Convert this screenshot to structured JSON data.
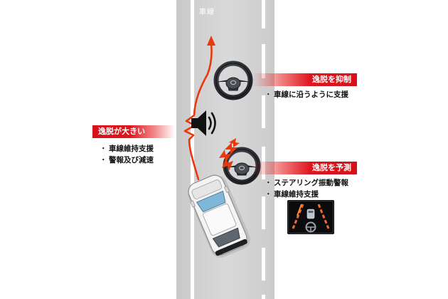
{
  "lane_label": "車線",
  "left_callout": {
    "title": "逸脱が大きい",
    "items": [
      "車線維持支援",
      "警報及び減速"
    ]
  },
  "suppress_callout": {
    "title": "逸脱を抑制",
    "items": [
      "車線に沿うように支援"
    ]
  },
  "predict_callout": {
    "title": "逸脱を予測",
    "items": [
      "ステアリング振動警報",
      "車線維持支援"
    ]
  },
  "colors": {
    "road": "#d4d4d4",
    "lane_line": "#ffffff",
    "trajectory": "#e8390e",
    "label_red": "#d6111b",
    "text": "#111111"
  },
  "icons": [
    "speaker-icon",
    "steering-wheel-icon",
    "car-icon",
    "vibration-arrows-icon",
    "dashboard-display-icon"
  ]
}
